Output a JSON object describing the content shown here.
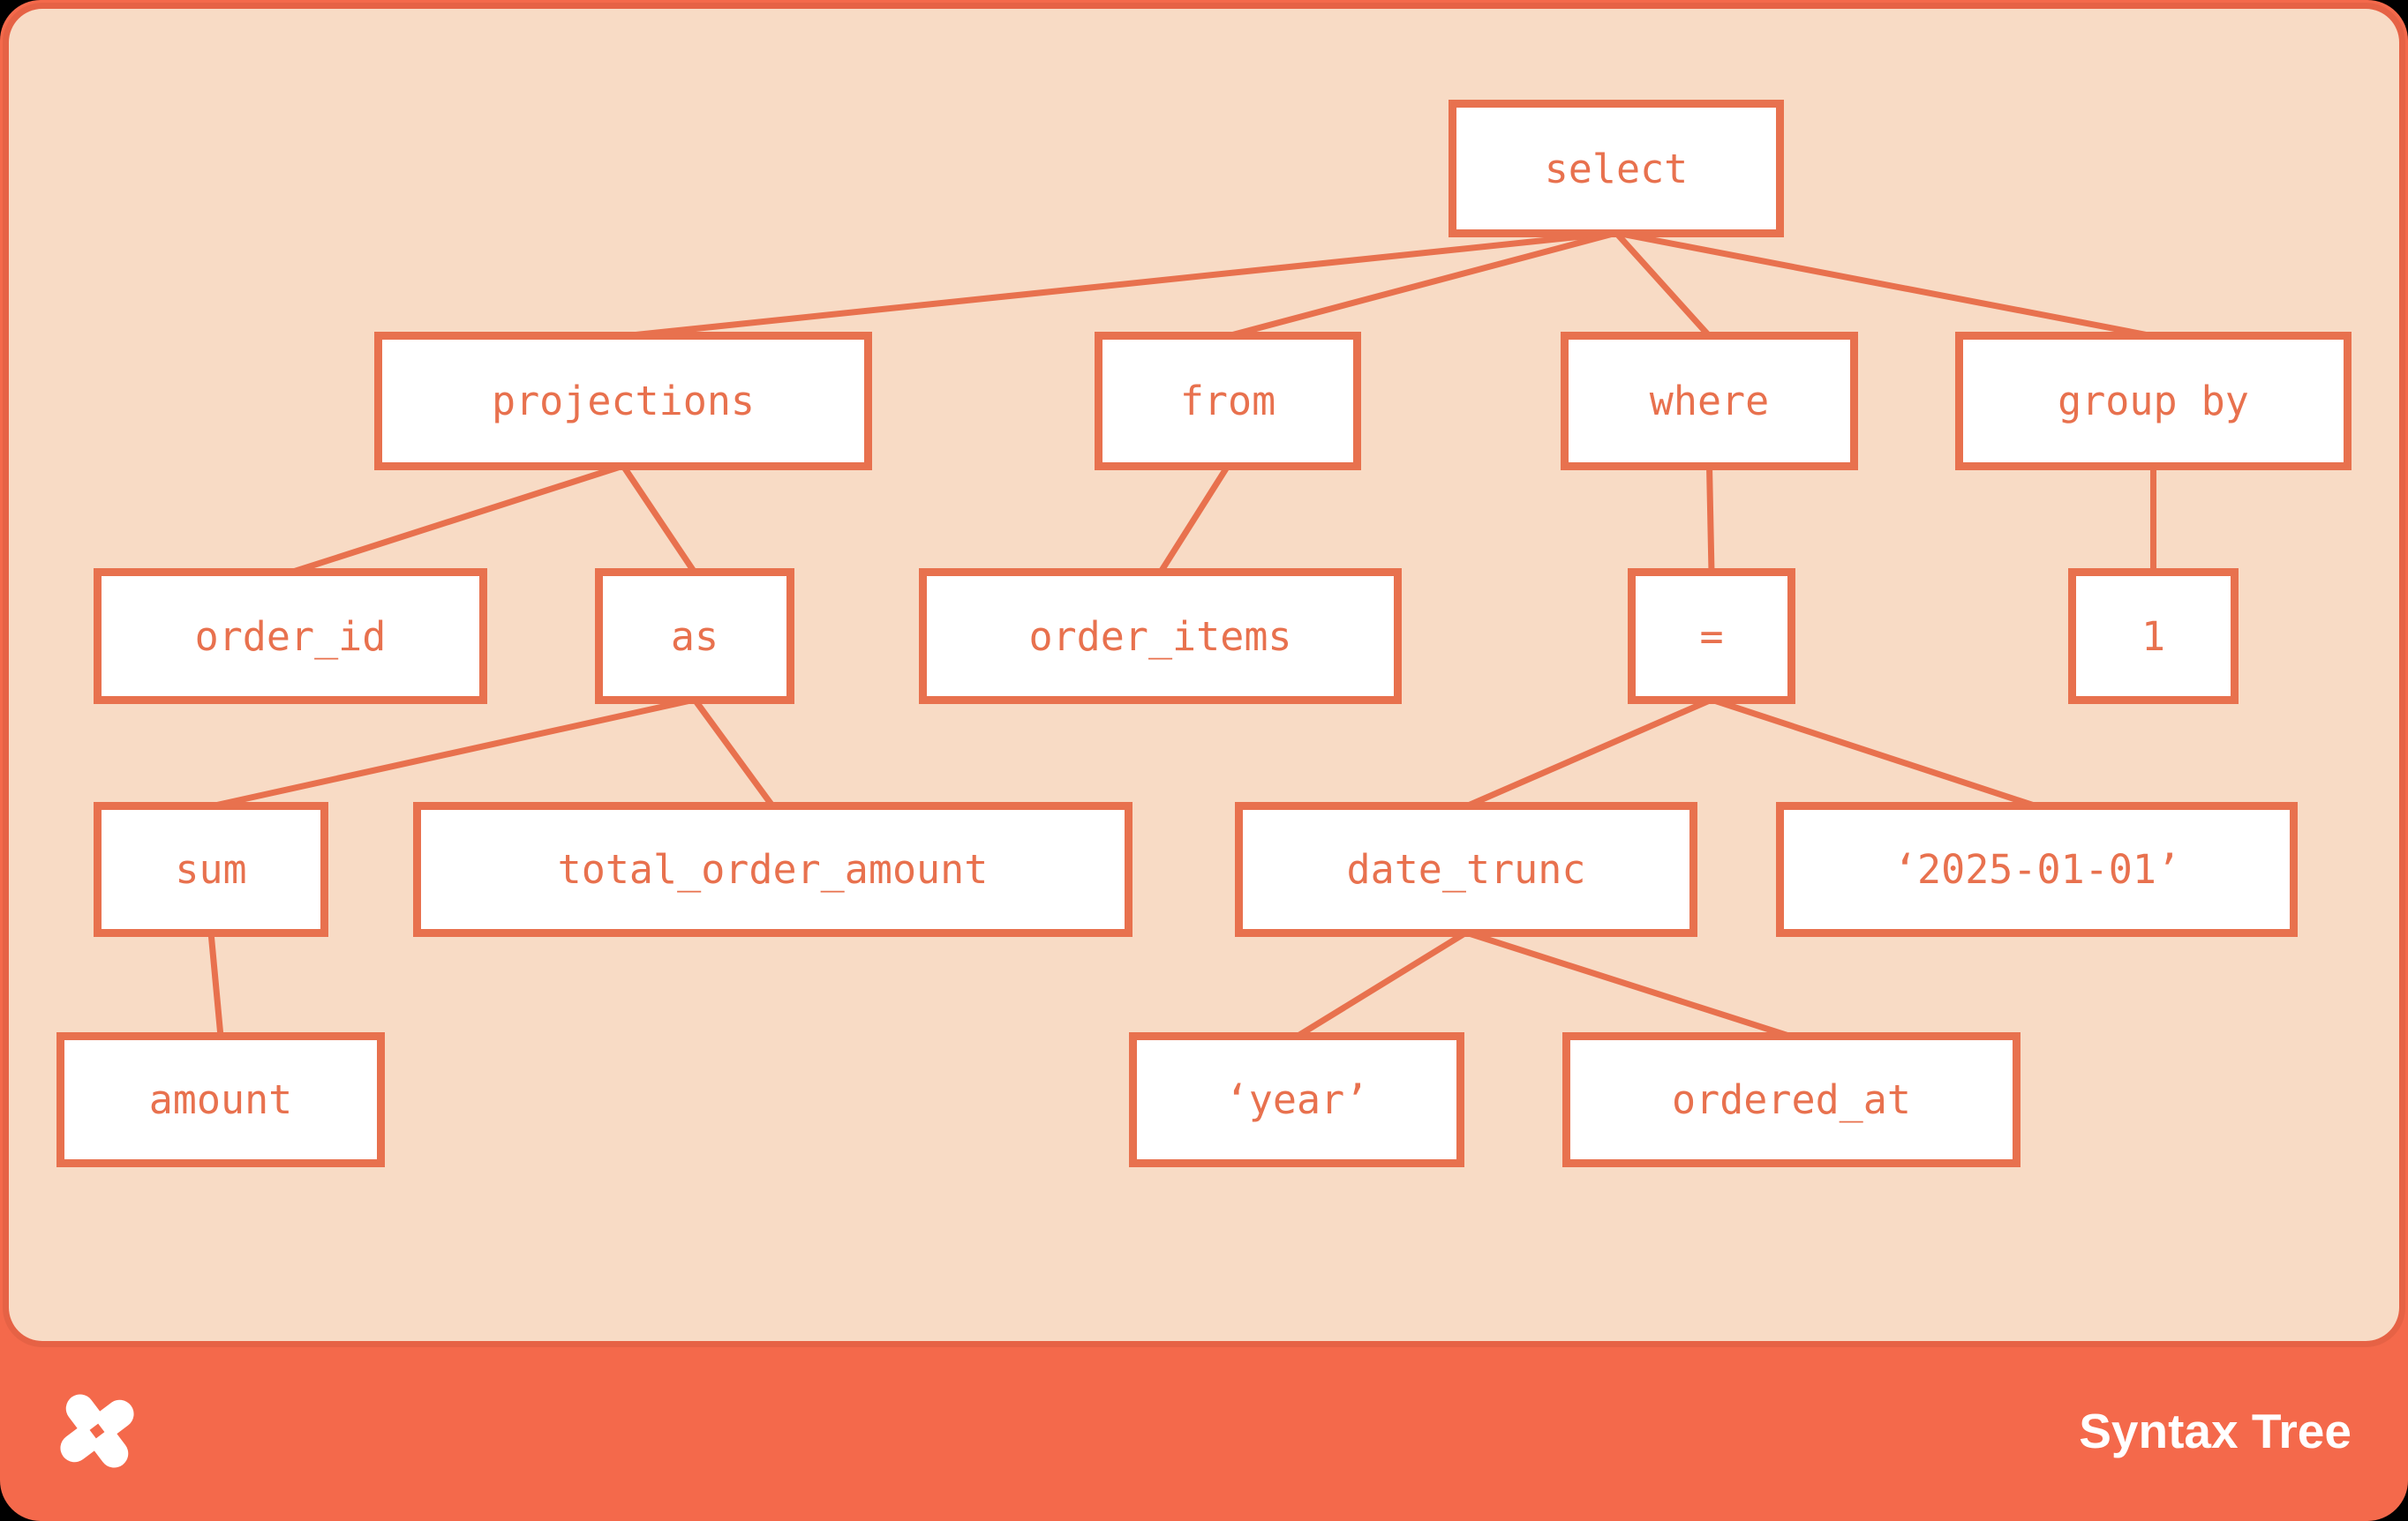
{
  "colors": {
    "frame_orange": "#F4694B",
    "panel_peach": "#F8DBC5",
    "node_fill": "#FFFFFF",
    "accent_orange": "#E8714E",
    "footer_text": "#FFFFFF"
  },
  "tree": {
    "nodes": {
      "select": {
        "label": "select"
      },
      "projections": {
        "label": "projections"
      },
      "from": {
        "label": "from"
      },
      "where": {
        "label": "where"
      },
      "group_by": {
        "label": "group by"
      },
      "order_id": {
        "label": "order_id"
      },
      "as": {
        "label": "as"
      },
      "order_items": {
        "label": "order_items"
      },
      "eq": {
        "label": "="
      },
      "one": {
        "label": "1"
      },
      "sum": {
        "label": "sum"
      },
      "total_order_amount": {
        "label": "total_order_amount"
      },
      "date_trunc": {
        "label": "date_trunc"
      },
      "date_literal": {
        "label": "‘2025-01-01’"
      },
      "amount": {
        "label": "amount"
      },
      "year_literal": {
        "label": "‘year’"
      },
      "ordered_at": {
        "label": "ordered_at"
      }
    },
    "edges": [
      [
        "select",
        "projections"
      ],
      [
        "select",
        "from"
      ],
      [
        "select",
        "where"
      ],
      [
        "select",
        "group_by"
      ],
      [
        "projections",
        "order_id"
      ],
      [
        "projections",
        "as"
      ],
      [
        "from",
        "order_items"
      ],
      [
        "where",
        "eq"
      ],
      [
        "group_by",
        "one"
      ],
      [
        "as",
        "sum"
      ],
      [
        "as",
        "total_order_amount"
      ],
      [
        "eq",
        "date_trunc"
      ],
      [
        "eq",
        "date_literal"
      ],
      [
        "sum",
        "amount"
      ],
      [
        "date_trunc",
        "year_literal"
      ],
      [
        "date_trunc",
        "ordered_at"
      ]
    ]
  },
  "footer": {
    "title": "Syntax Tree",
    "logo": "x-pinwheel-logo"
  }
}
